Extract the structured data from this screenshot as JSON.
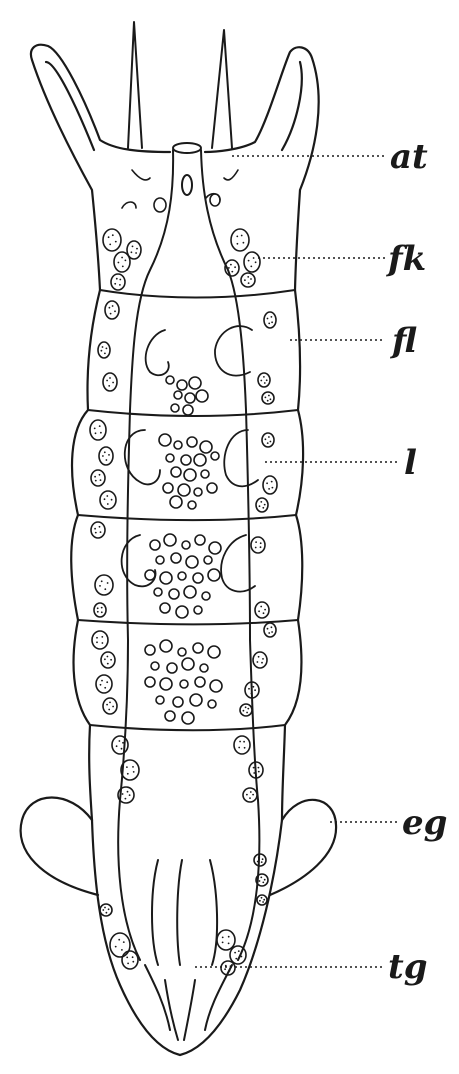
{
  "labels": {
    "at": "at",
    "fk": "fk",
    "fl": "fl",
    "l": "l",
    "eg": "eg",
    "tg": "tg"
  },
  "colors": {
    "ink": "#1a1a1a",
    "paper": "#ffffff"
  }
}
